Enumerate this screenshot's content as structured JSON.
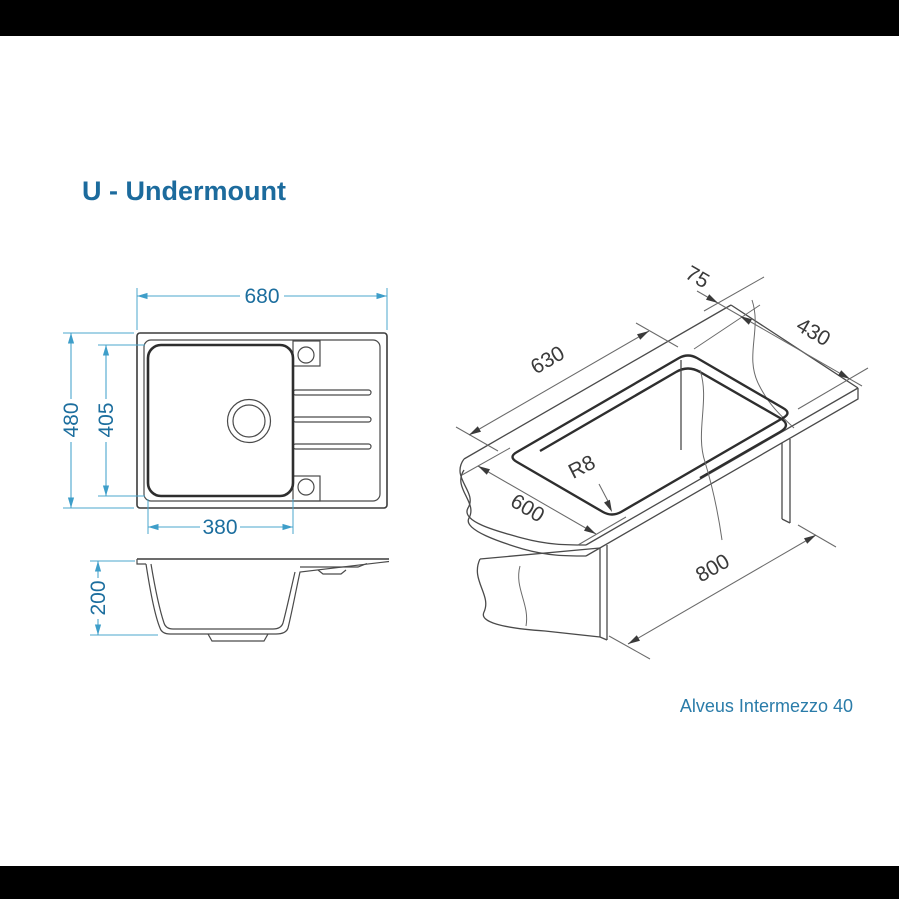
{
  "title": "U - Undermount",
  "caption": "Alveus Intermezzo 40",
  "dims": {
    "plan": {
      "outer_width": "680",
      "outer_depth": "480",
      "bowl_depth": "405",
      "bowl_width": "380"
    },
    "side": {
      "bowl_height": "200"
    },
    "iso": {
      "cutout_length": "630",
      "rim_offset": "75",
      "cutout_width": "430",
      "worktop_depth": "600",
      "cabinet_width": "800",
      "corner_radius": "R8"
    }
  },
  "colors": {
    "dim_line": "#4BA7CE",
    "dim_text": "#1C6E9E",
    "title_text": "#1C6B9D",
    "drawing_line": "#3C3C3C",
    "iso_dim_text": "#3A3A3A"
  }
}
